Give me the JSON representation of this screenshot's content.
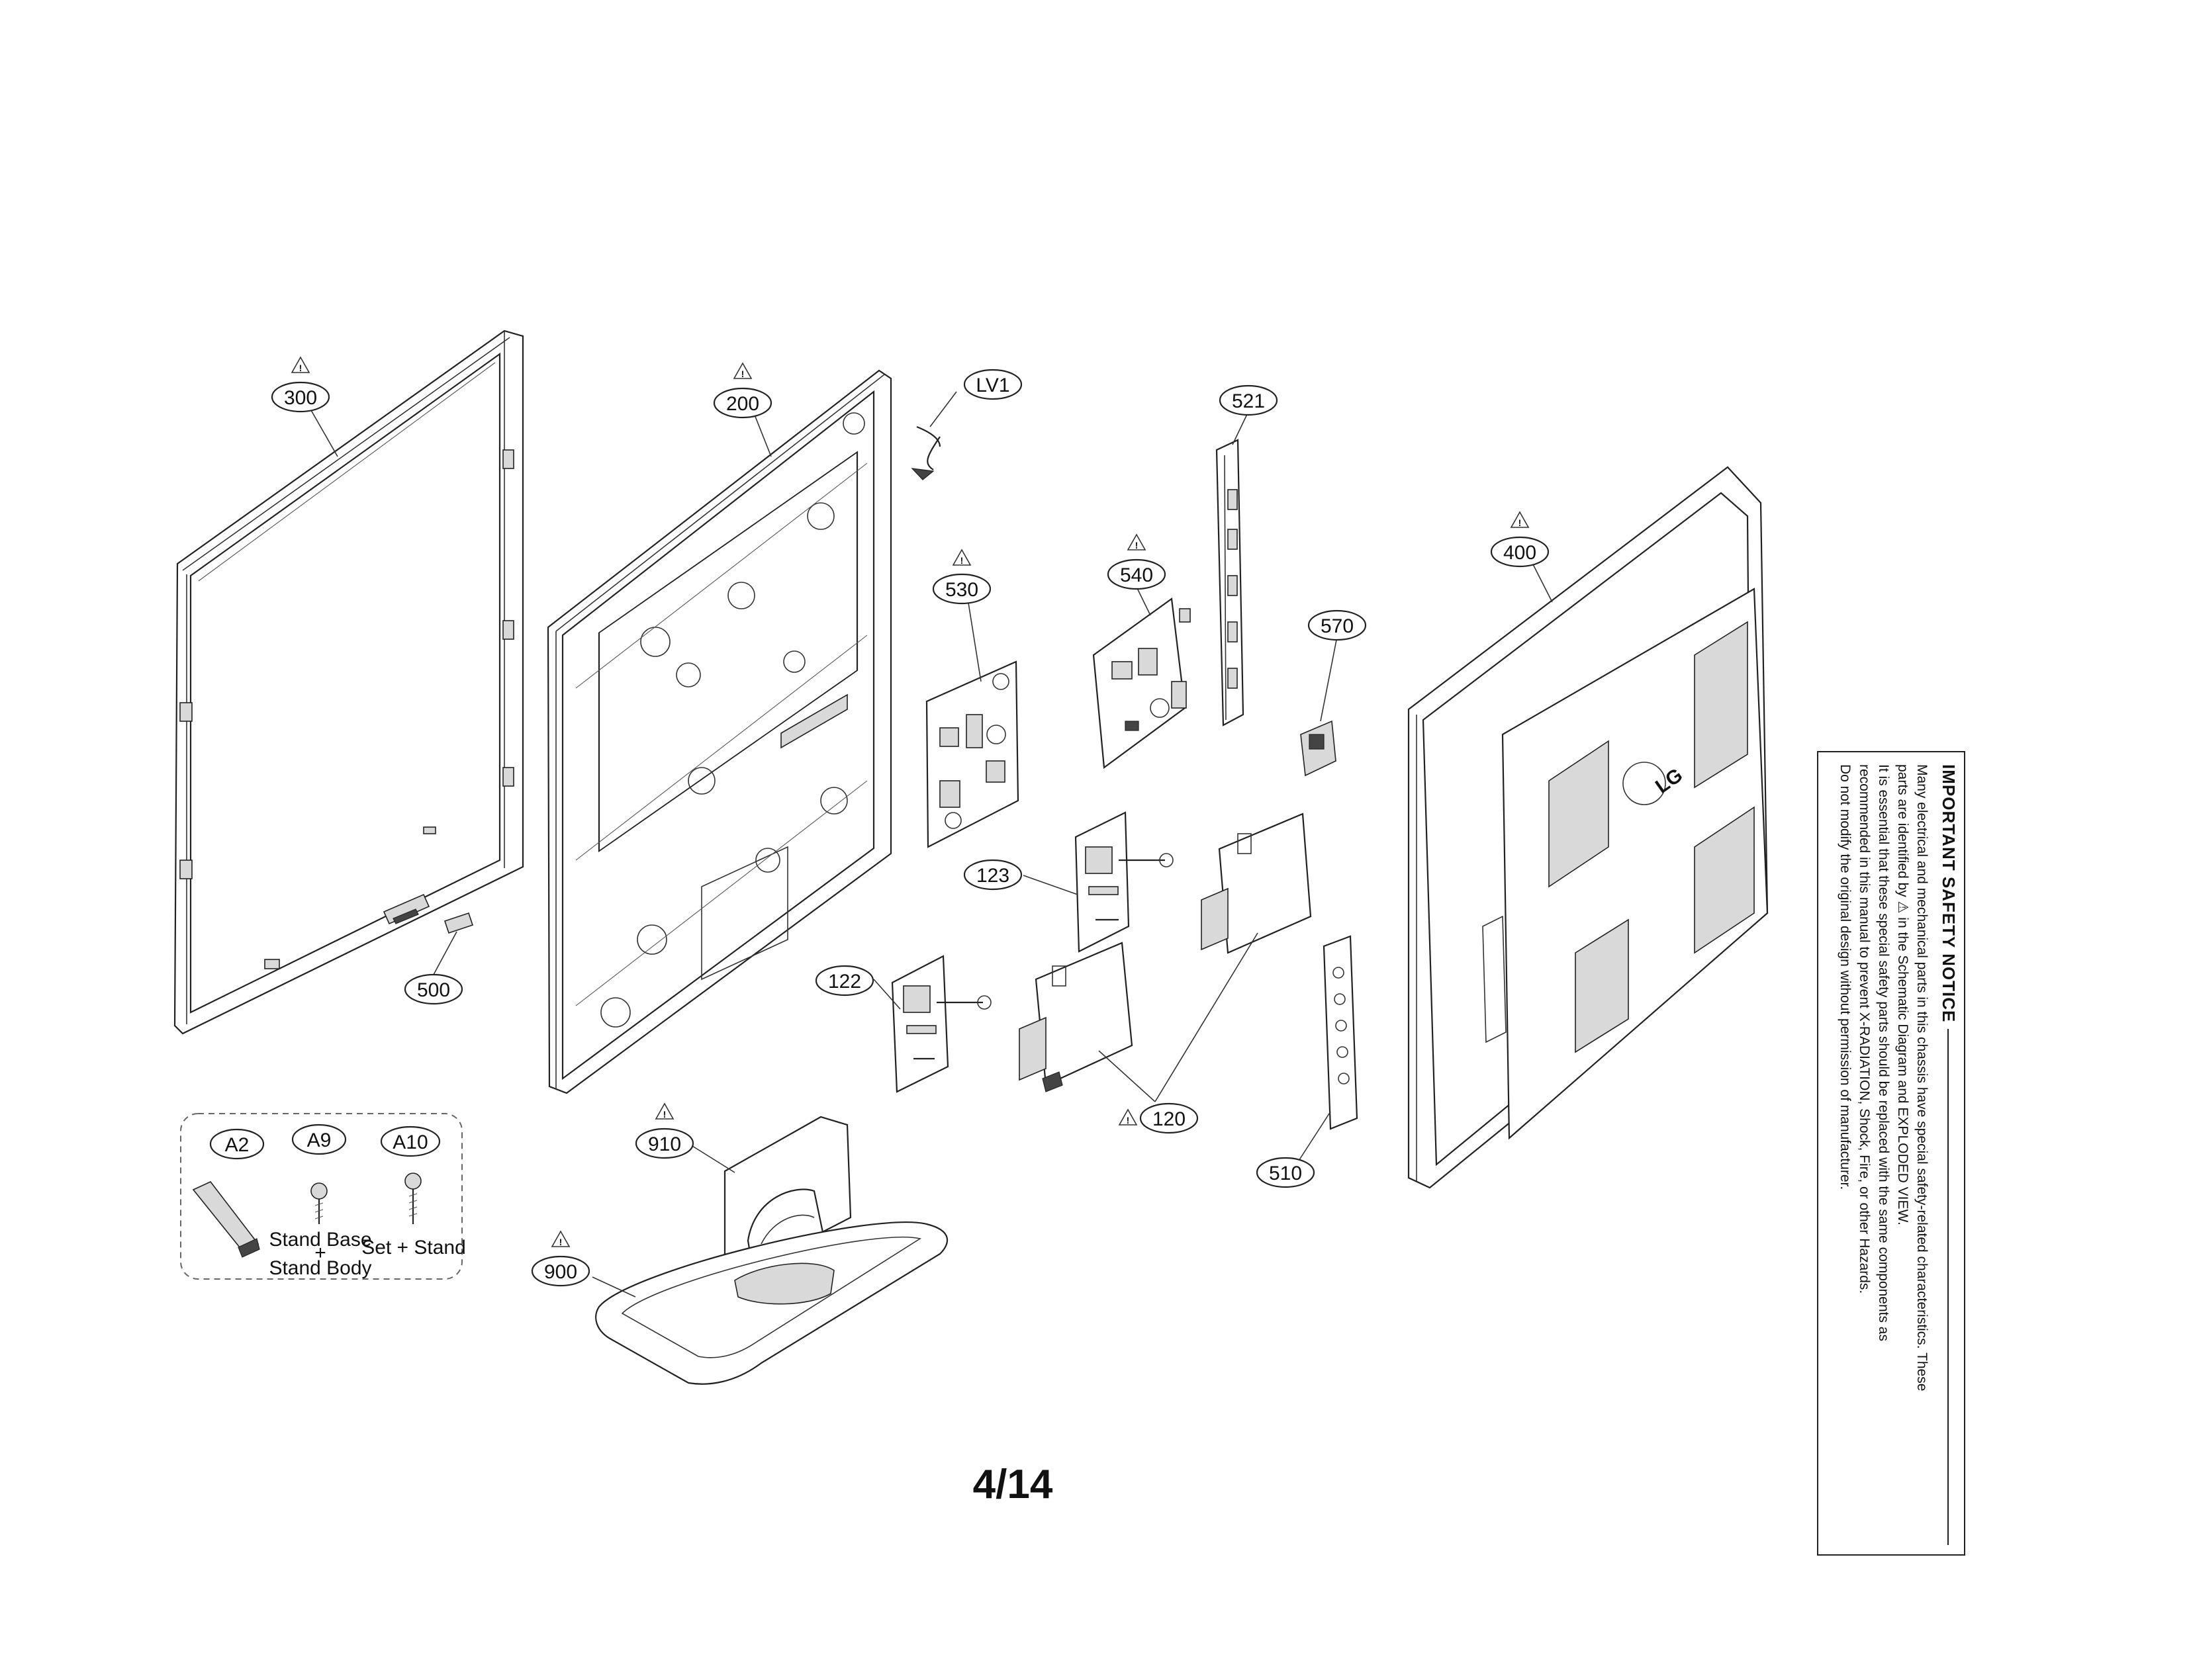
{
  "callouts": [
    {
      "id": "300",
      "text": "300",
      "warning": true
    },
    {
      "id": "200",
      "text": "200",
      "warning": true
    },
    {
      "id": "lv1",
      "text": "LV1",
      "warning": false
    },
    {
      "id": "521",
      "text": "521",
      "warning": false
    },
    {
      "id": "400",
      "text": "400",
      "warning": true
    },
    {
      "id": "530",
      "text": "530",
      "warning": true
    },
    {
      "id": "540",
      "text": "540",
      "warning": true
    },
    {
      "id": "570",
      "text": "570",
      "warning": false
    },
    {
      "id": "123",
      "text": "123",
      "warning": false
    },
    {
      "id": "122",
      "text": "122",
      "warning": false
    },
    {
      "id": "500",
      "text": "500",
      "warning": false
    },
    {
      "id": "120",
      "text": "120",
      "warning": true
    },
    {
      "id": "510",
      "text": "510",
      "warning": false
    },
    {
      "id": "910",
      "text": "910",
      "warning": true
    },
    {
      "id": "900",
      "text": "900",
      "warning": true
    },
    {
      "id": "a2",
      "text": "A2",
      "warning": false
    },
    {
      "id": "a9",
      "text": "A9",
      "warning": false
    },
    {
      "id": "a10",
      "text": "A10",
      "warning": false
    }
  ],
  "screws": {
    "a9_caption_1": "Stand Base",
    "a9_caption_2": "+",
    "a9_caption_3": "Stand Body",
    "a10_caption": "Set + Stand"
  },
  "logo_text": "LG",
  "page_number": "4/14",
  "safety_notice": {
    "title": "IMPORTANT SAFETY NOTICE",
    "line1": "Many electrical and mechanical parts in this chassis have special safety-related characteristics. These",
    "line2": "parts are identified by ⚠ in the Schematic Diagram and EXPLODED VIEW.",
    "line3": "It is essential that these special safety parts should be replaced with the same components as",
    "line4": "recommended in this manual to prevent X-RADIATION, Shock, Fire, or other Hazards.",
    "line5": "Do not modify the original design without permission of manufacturer."
  }
}
